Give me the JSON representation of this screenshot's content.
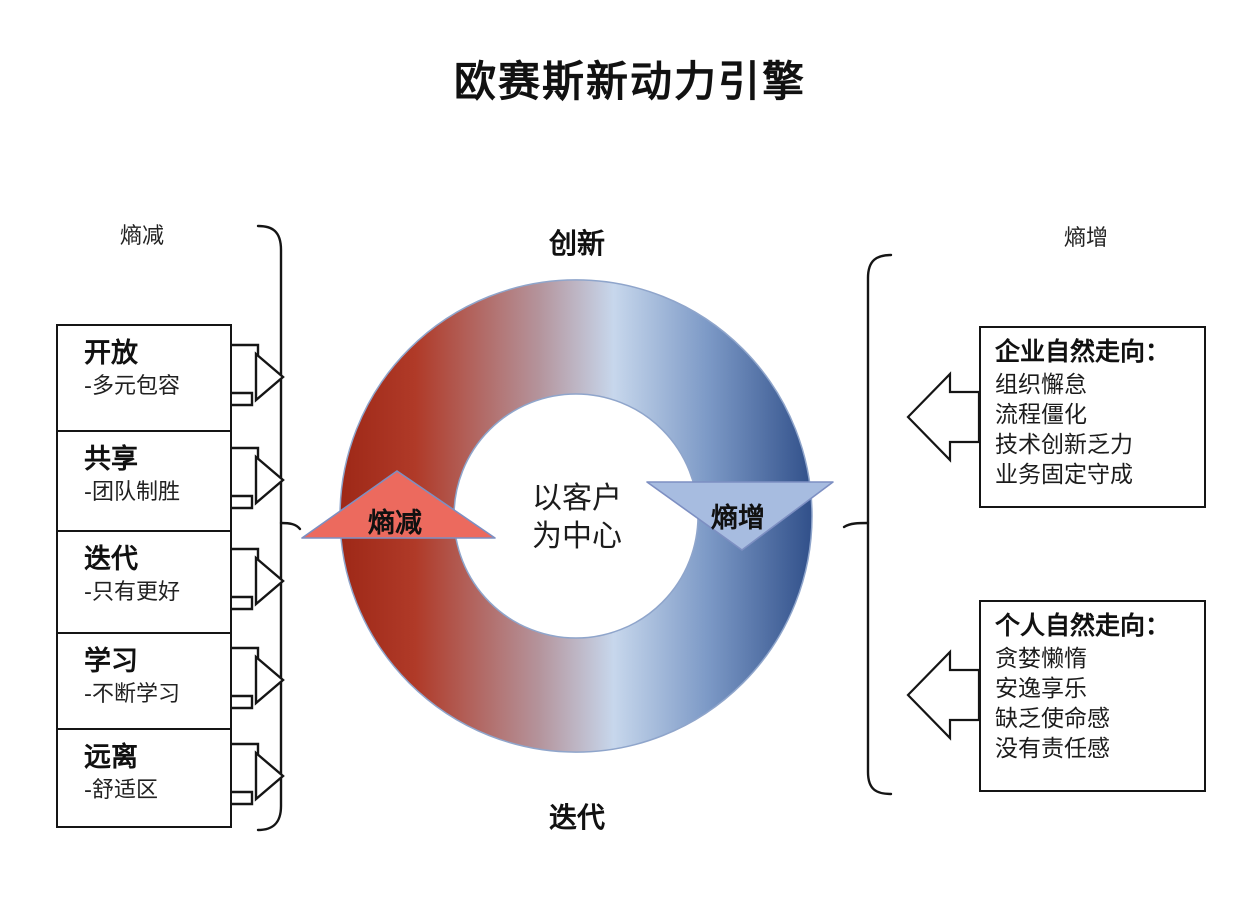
{
  "title": "欧赛斯新动力引擎",
  "left_panel": {
    "bracket_label": "熵减",
    "items": [
      {
        "title": "开放",
        "subtitle": "-多元包容"
      },
      {
        "title": "共享",
        "subtitle": "-团队制胜"
      },
      {
        "title": "迭代",
        "subtitle": "-只有更好"
      },
      {
        "title": "学习",
        "subtitle": "-不断学习"
      },
      {
        "title": "远离",
        "subtitle": "-舒适区"
      }
    ]
  },
  "center": {
    "top_label": "创新",
    "bottom_label": "迭代",
    "core_line1": "以客户",
    "core_line2": "为中心",
    "left_arrow_label": "熵减",
    "right_arrow_label": "熵增"
  },
  "right_panel": {
    "bracket_label": "熵增",
    "boxes": [
      {
        "title": "企业自然走向：",
        "lines": [
          "组织懈怠",
          "流程僵化",
          "技术创新乏力",
          "业务固定守成"
        ]
      },
      {
        "title": "个人自然走向：",
        "lines": [
          "贪婪懒惰",
          "安逸享乐",
          "缺乏使命感",
          "没有责任感"
        ]
      }
    ]
  },
  "colors": {
    "ring_gradient": [
      "#9E2817",
      "#B03A28",
      "#B4939B",
      "#C7D7EC",
      "#7C99C6",
      "#31508A"
    ],
    "entropy_down_arrow_fill": "#EC6A5E",
    "entropy_up_arrow_fill": "#A7BCE0",
    "shape_stroke": "#7D8FC2",
    "line_color": "#1A1A1A"
  }
}
